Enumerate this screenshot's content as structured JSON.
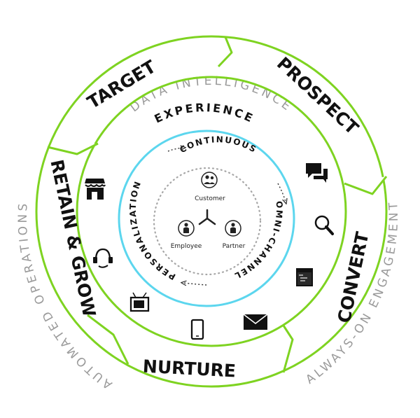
{
  "outer_labels": {
    "top": "DATA INTELLIGENCE",
    "left": "AUTOMATED OPERATIONS",
    "right": "ALWAYS-ON ENGAGEMENT"
  },
  "stages": {
    "target": "TARGET",
    "prospect": "PROSPECT",
    "convert": "CONVERT",
    "nurture": "NURTURE",
    "retain": "RETAIN & GROW"
  },
  "experience_label": "EXPERIENCE",
  "core": {
    "continuous": "CONTINUOUS",
    "omni_channel": "OMNI-CHANNEL",
    "personalization": "PERSONALIZATION"
  },
  "nodes": {
    "customer": "Customer",
    "employee": "Employee",
    "partner": "Partner"
  },
  "colors": {
    "green": "#7ed321",
    "cyan": "#5cd6ee",
    "text": "#111111",
    "grey": "#9a9a9a"
  },
  "icons": [
    "chat-icon",
    "search-icon",
    "browser-code-icon",
    "mail-icon",
    "mobile-phone-icon",
    "tv-icon",
    "headset-icon",
    "storefront-icon"
  ]
}
